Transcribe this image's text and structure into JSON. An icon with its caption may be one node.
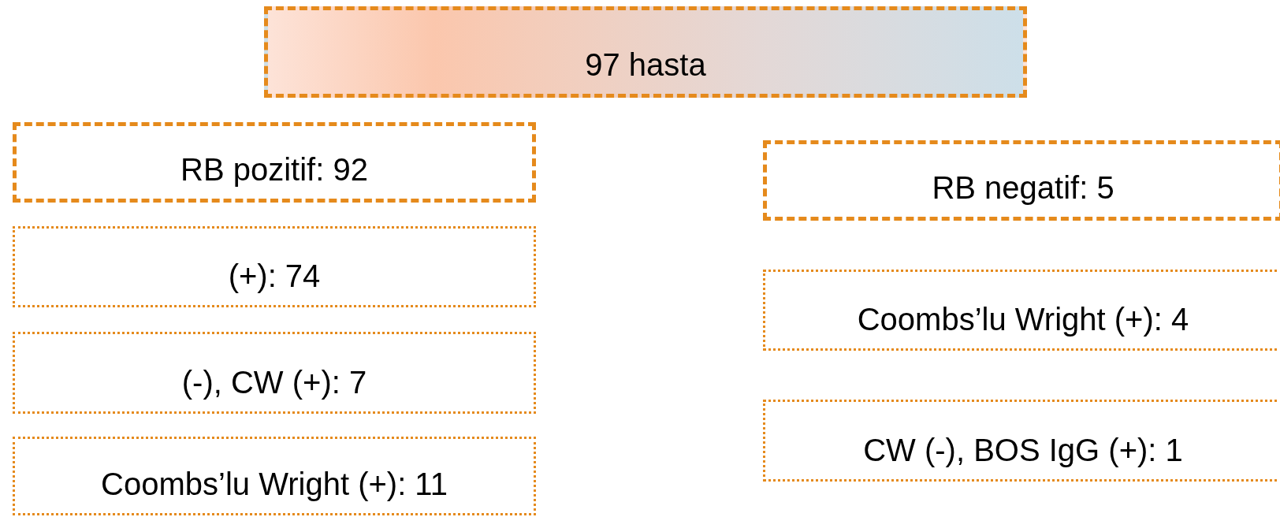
{
  "diagram": {
    "nodes": [
      {
        "text": [
          "97 hasta"
        ]
      },
      {
        "text": [
          "RB pozitif: 92"
        ]
      },
      {
        "text": [
          "(+): 74"
        ]
      },
      {
        "text": [
          "(-), CW (+): 7"
        ]
      },
      {
        "text": [
          "Coombs’lu Wright (+): 11"
        ]
      },
      {
        "text": [
          "RB negatif: 5"
        ]
      },
      {
        "text": [
          "Coombs’lu Wright (+): 4"
        ]
      },
      {
        "text": [
          "CW (-), BOS IgG (+): 1"
        ]
      }
    ]
  }
}
